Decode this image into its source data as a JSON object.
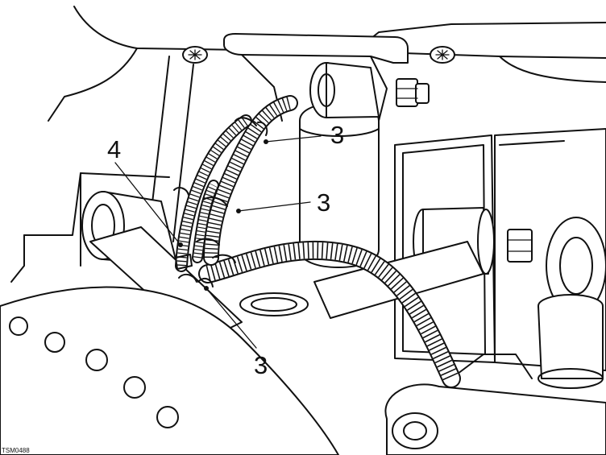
{
  "figure": {
    "code": "TSM0488"
  },
  "callouts": [
    {
      "number": "3"
    },
    {
      "number": "3"
    },
    {
      "number": "4"
    },
    {
      "number": "3"
    }
  ]
}
